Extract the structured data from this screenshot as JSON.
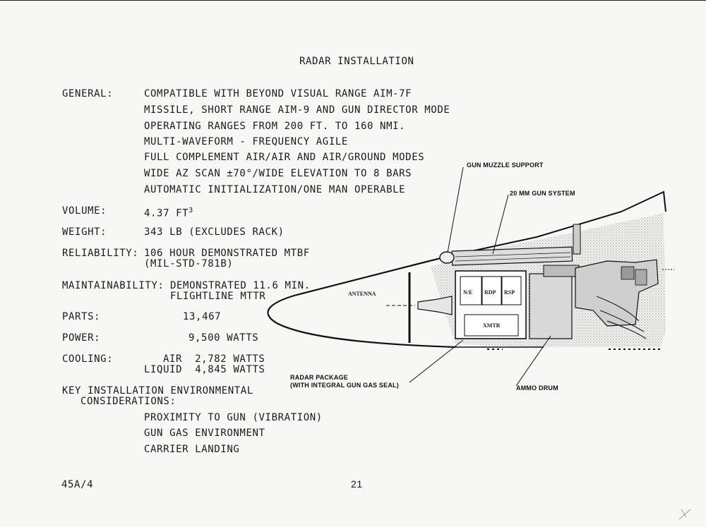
{
  "title": "RADAR INSTALLATION",
  "general": {
    "label": "GENERAL:",
    "lines": [
      "COMPATIBLE WITH BEYOND VISUAL RANGE AIM-7F",
      "MISSILE, SHORT RANGE AIM-9 AND GUN DIRECTOR MODE",
      "OPERATING RANGES FROM 200 FT. TO 160 NMI.",
      "MULTI-WAVEFORM - FREQUENCY AGILE",
      "FULL COMPLEMENT AIR/AIR AND AIR/GROUND MODES",
      "WIDE AZ SCAN ±70°/WIDE ELEVATION TO 8 BARS",
      "AUTOMATIC INITIALIZATION/ONE MAN OPERABLE"
    ]
  },
  "volume": {
    "label": "VOLUME:",
    "value": "4.37 FT",
    "sup": "3"
  },
  "weight": {
    "label": "WEIGHT:",
    "value": "343 LB (EXCLUDES RACK)"
  },
  "reliability": {
    "label": "RELIABILITY:",
    "value1": "106 HOUR DEMONSTRATED MTBF",
    "value2": "(MIL-STD-781B)"
  },
  "maintainability": {
    "label": "MAINTAINABILITY:",
    "value1": "DEMONSTRATED 11.6 MIN.",
    "value2": "FLIGHTLINE MTTR"
  },
  "parts": {
    "label": "PARTS:",
    "value": "13,467"
  },
  "power": {
    "label": "POWER:",
    "value": "9,500 WATTS"
  },
  "cooling": {
    "label": "COOLING:",
    "line1": "AIR  2,782 WATTS",
    "line2": "LIQUID  4,845 WATTS"
  },
  "key": {
    "label1": "KEY INSTALLATION ENVIRONMENTAL",
    "label2": "CONSIDERATIONS:",
    "items": [
      "PROXIMITY TO GUN (VIBRATION)",
      "GUN GAS ENVIRONMENT",
      "CARRIER LANDING"
    ]
  },
  "footer": {
    "doc_id": "45A/4",
    "page": "21"
  },
  "diagram": {
    "gun_muzzle_support": "GUN MUZZLE SUPPORT",
    "gun_system": "20 MM GUN SYSTEM",
    "antenna": "ANTENNA",
    "radar_package_1": "RADAR PACKAGE",
    "radar_package_2": "(WITH INTEGRAL GUN GAS SEAL)",
    "ammo_drum": "AMMO DRUM",
    "box_ne": "N/E",
    "box_rdp": "RDP",
    "box_rsp": "RSP",
    "box_xmtr": "XMTR"
  }
}
